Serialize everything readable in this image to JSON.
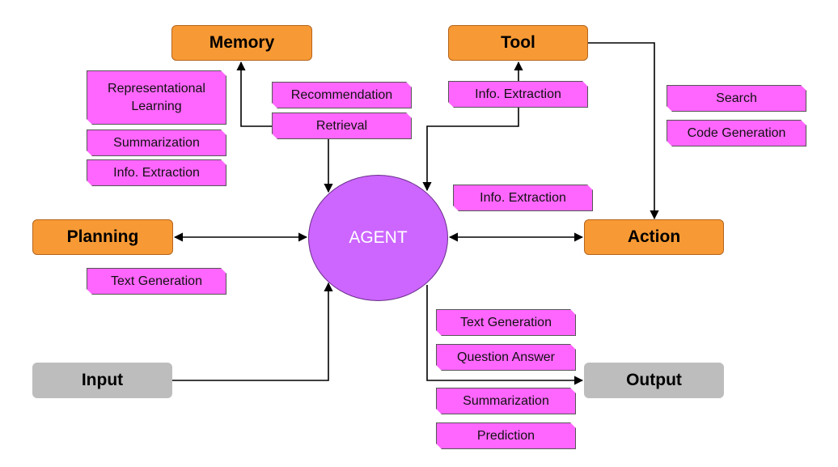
{
  "agent": {
    "label": "AGENT"
  },
  "nodes": {
    "memory": "Memory",
    "tool": "Tool",
    "planning": "Planning",
    "action": "Action",
    "input": "Input",
    "output": "Output"
  },
  "tags": {
    "memory": [
      "Representational Learning",
      "Summarization",
      "Info. Extraction",
      "Recommendation",
      "Retrieval"
    ],
    "tool": [
      "Info. Extraction",
      "Info. Extraction"
    ],
    "action": [
      "Search",
      "Code Generation"
    ],
    "planning": [
      "Text Generation"
    ],
    "output": [
      "Text Generation",
      "Question Answer",
      "Summarization",
      "Prediction"
    ]
  },
  "colors": {
    "core_node": "#f79a35",
    "io_node": "#bdbdbd",
    "agent": "#cc66ff",
    "task_tag": "#ff66ff"
  }
}
